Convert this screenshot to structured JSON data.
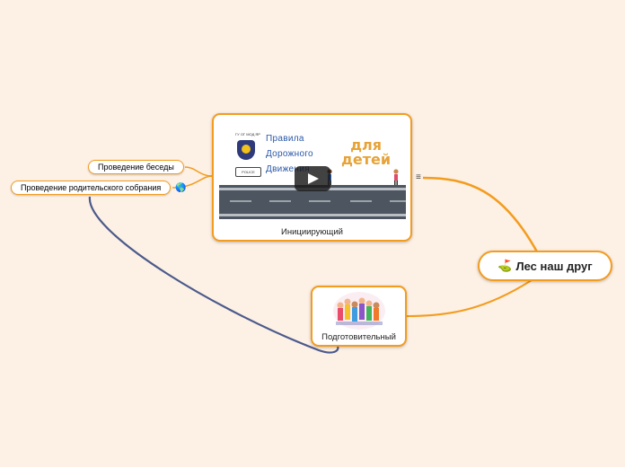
{
  "root": {
    "label": "Лес наш друг",
    "icon": "golf-flag-icon"
  },
  "nodes": {
    "init": {
      "label": "Инициирующий",
      "video": {
        "header_small": "ГУ ОГ МОД ЯР",
        "police_tag": "POLICE",
        "pdd_lines": [
          "Правила",
          "Дорожного",
          "Движения"
        ],
        "kids_lines": [
          "для",
          "детей"
        ]
      }
    },
    "prep": {
      "label": "Подготовительный"
    }
  },
  "subtopics": {
    "talk": "Проведение беседы",
    "meeting": "Проведение родительского собрания"
  },
  "colors": {
    "background": "#fdf0e4",
    "accent": "#f39c1e",
    "relation": "#4a5a8c"
  }
}
